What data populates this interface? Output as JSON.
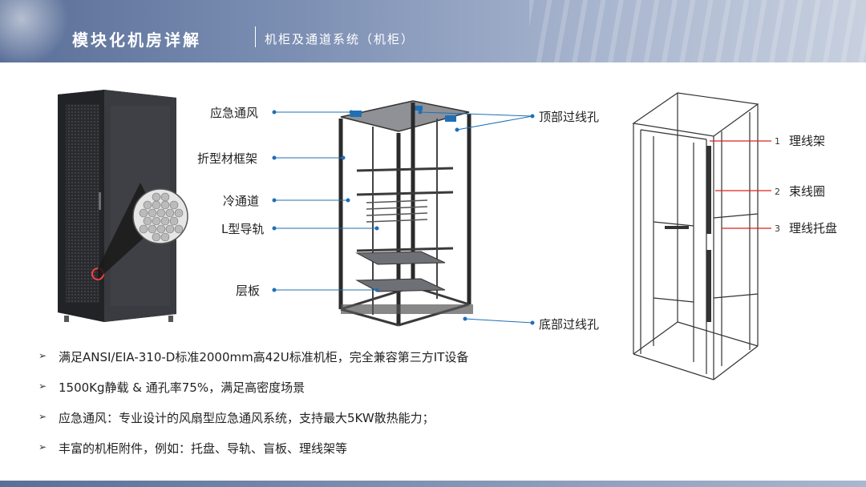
{
  "header": {
    "title": "模块化机房详解",
    "subtitle": "机柜及通道系统（机柜）"
  },
  "center_labels": {
    "emergency_vent": "应急通风",
    "folded_frame": "折型材框架",
    "cold_aisle": "冷通道",
    "l_rail": "L型导轨",
    "shelf": "层板",
    "top_cable_hole": "顶部过线孔",
    "bottom_cable_hole": "底部过线孔"
  },
  "right_labels": [
    {
      "num": "1",
      "label": "理线架"
    },
    {
      "num": "2",
      "label": "束线圈"
    },
    {
      "num": "3",
      "label": "理线托盘"
    }
  ],
  "bullets": [
    "满足ANSI/EIA-310-D标准2000mm高42U标准机柜，完全兼容第三方IT设备",
    "1500Kg静载 & 通孔率75%，满足高密度场景",
    "应急通风：专业设计的风扇型应急通风系统，支持最大5KW散热能力；",
    "丰富的机柜附件，例如：托盘、导轨、盲板、理线架等"
  ],
  "colors": {
    "header": "#5a6f98",
    "leader_blue": "#1f6fb5",
    "leader_red": "#e02020"
  },
  "icons": {
    "bullet": "arrow-right-icon"
  }
}
